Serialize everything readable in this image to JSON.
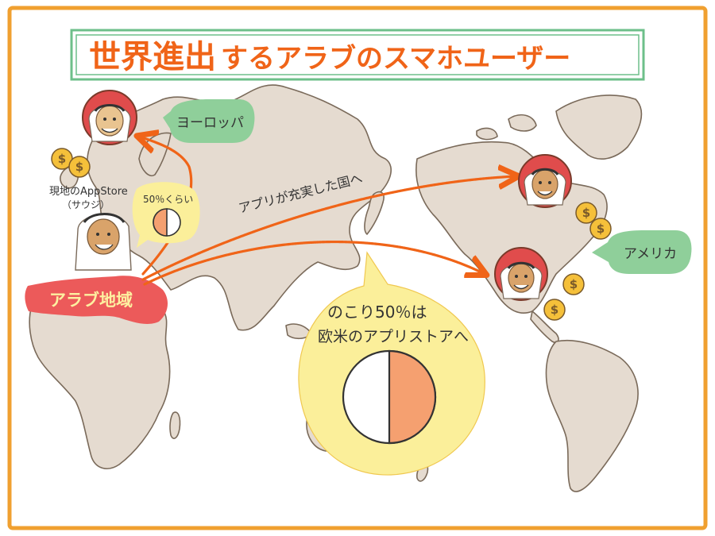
{
  "title": {
    "main": "世界進出",
    "sub": "するアラブのスマホユーザー"
  },
  "labels": {
    "europe": "ヨーロッパ",
    "america": "アメリカ",
    "arab_region": "アラブ地域",
    "local_store_line1": "現地のAppStore",
    "local_store_line2": "（サウジ）",
    "small_ratio": "50％くらい",
    "arrow_caption": "アプリが充実した国へ",
    "remaining_line1": "のこり50％は",
    "remaining_line2": "欧米のアプリストアへ",
    "coin_symbol": "$"
  },
  "ratios": {
    "local_share_percent": 50,
    "western_share_percent": 50
  },
  "colors": {
    "frame": "#f0a030",
    "title": "#f06418",
    "title_box": "#6dbf8a",
    "land": "#e5dbd0",
    "land_stroke": "#7a6a5a",
    "arab_region": "#ec5a5a",
    "arrow": "#f06418",
    "bubble_green": "#8fcf9a",
    "bubble_yellow": "#fbef9a",
    "pie_fill": "#f5a070",
    "coin": "#f5c03a"
  }
}
